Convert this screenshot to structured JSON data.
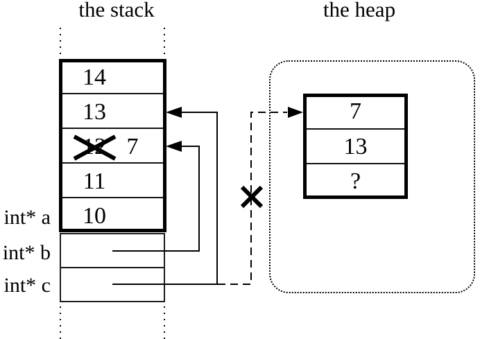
{
  "titles": {
    "stack": "the stack",
    "heap": "the heap"
  },
  "stack_box": {
    "cells": [
      {
        "value": "14",
        "crossed_out": false
      },
      {
        "value": "13",
        "crossed_out": false
      },
      {
        "value": "12",
        "crossed_out": true,
        "new_value": "7"
      },
      {
        "value": "11",
        "crossed_out": false
      },
      {
        "value": "10",
        "crossed_out": false
      }
    ]
  },
  "pointer_labels": [
    {
      "label": "int* a"
    },
    {
      "label": "int* b"
    },
    {
      "label": "int* c"
    }
  ],
  "heap_box": {
    "cells": [
      {
        "value": "7"
      },
      {
        "value": "13"
      },
      {
        "value": "?"
      }
    ]
  },
  "connections": [
    {
      "from": "int* b cell",
      "to": "stack cell with crossed-out 12 / 7",
      "style": "solid",
      "arrowhead": "points-left-into-stack"
    },
    {
      "from": "int* c cell",
      "to": "stack cell 13",
      "style": "solid",
      "arrowhead": "points-left-into-stack"
    },
    {
      "from": "int* c cell",
      "to": "heap cell 7",
      "style": "dashed",
      "arrowhead": "points-right-into-heap",
      "crossed_out": true
    }
  ],
  "icons": {
    "crossout_stack_value": "x-mark",
    "crossout_dangling_pointer": "x-mark"
  },
  "colors": {
    "ink": "#000000",
    "background": "#ffffff"
  }
}
